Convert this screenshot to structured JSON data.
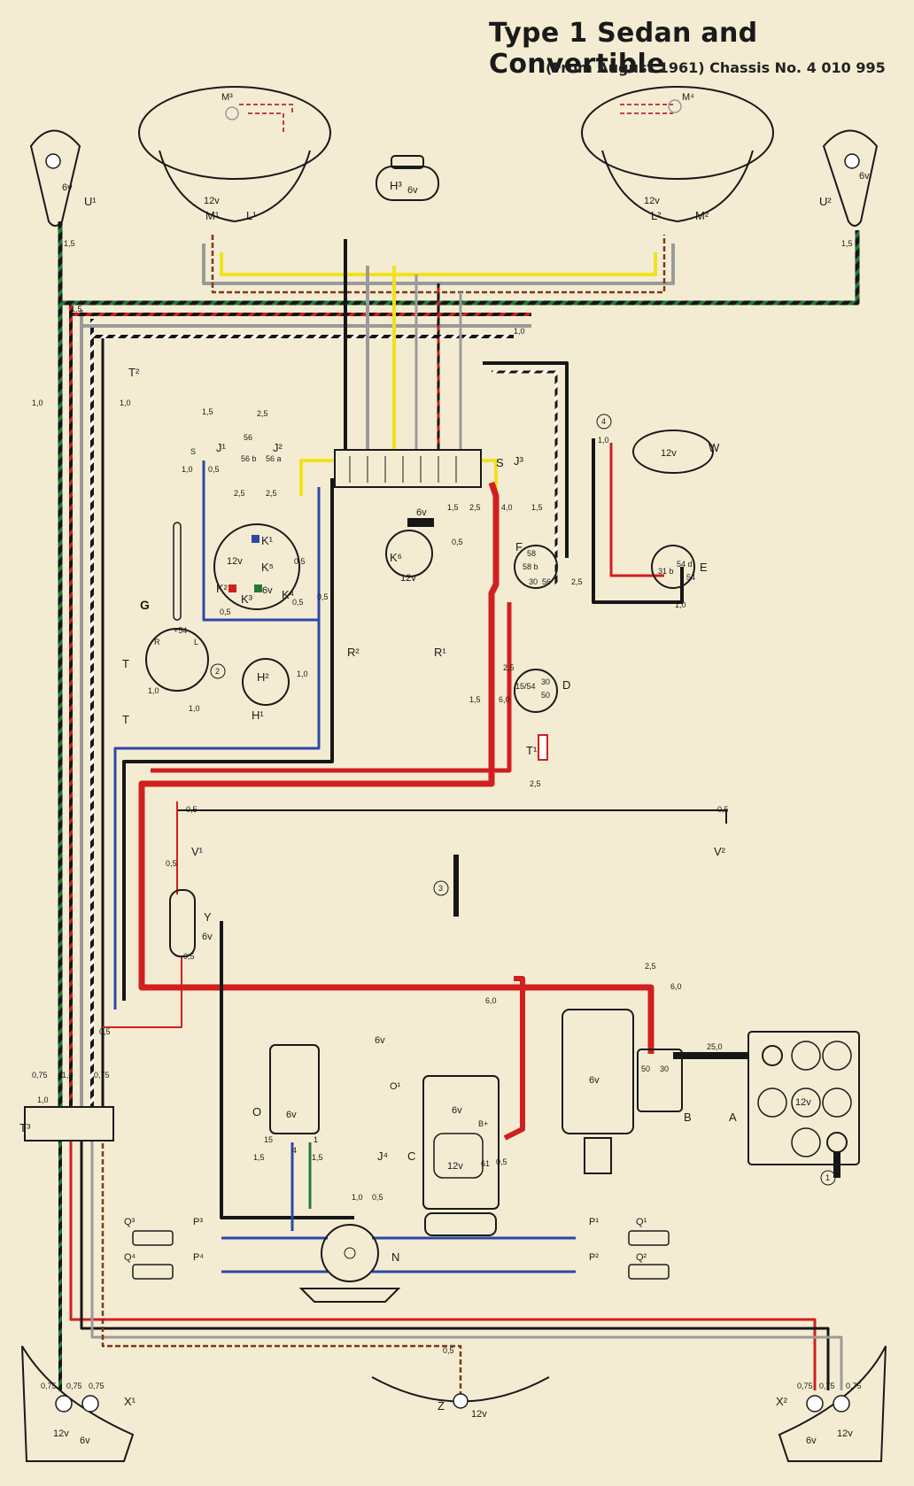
{
  "header": {
    "title": "Type 1 Sedan and Convertible",
    "subtitle": "(From August 1961) Chassis No. 4 010 995"
  },
  "colors": {
    "paper": "#f4ecd2",
    "red": "#d11f1f",
    "black": "#161616",
    "blue": "#2d47a8",
    "green": "#1f7a3a",
    "yellow": "#f0e21c",
    "grey": "#9a9a9a",
    "brown": "#7a3a1c"
  },
  "components": {
    "M3": "M³",
    "M4": "M⁴",
    "H3": "H³",
    "U1": "U¹",
    "U2": "U²",
    "M1": "M¹",
    "L1": "L¹",
    "L2": "L²",
    "M2": "M²",
    "T2": "T²",
    "J1": "J¹",
    "J2": "J²",
    "J3": "J³",
    "W": "W",
    "S": "S",
    "F": "F",
    "E": "E",
    "K1": "K¹",
    "K5": "K⁵",
    "K6": "K⁶",
    "K2": "K²",
    "K3": "K³",
    "K4": "K⁴",
    "G": "G",
    "R2": "R²",
    "R1": "R¹",
    "T": "T",
    "H2": "H²",
    "H1": "H¹",
    "D": "D",
    "T1": "T¹",
    "V1": "V¹",
    "V2": "V²",
    "Y": "Y",
    "O": "O",
    "O1": "O¹",
    "J4": "J⁴",
    "C": "C",
    "B": "B",
    "A": "A",
    "T3": "T³",
    "N": "N",
    "Q3": "Q³",
    "Q4": "Q⁴",
    "P3": "P³",
    "P4": "P⁴",
    "P1": "P¹",
    "P2": "P²",
    "Q1": "Q¹",
    "Q2": "Q²",
    "X1": "X¹",
    "X2": "X²",
    "Z": "Z"
  },
  "voltages": {
    "v6": "6v",
    "v12": "12v"
  },
  "circled": [
    "1",
    "2",
    "3",
    "4"
  ],
  "terminals": {
    "t30": "30",
    "t50": "50",
    "t31": "31",
    "t54": "54",
    "t56": "56",
    "t58": "58",
    "t61": "61",
    "t15": "15",
    "t1": "1",
    "t4": "4",
    "t15_54": "15/54",
    "t31b": "31 b",
    "t54d": "54 d",
    "t56a": "56 a",
    "t56b": "56 b",
    "t58b": "58 b",
    "t54plus": "+54",
    "tR": "R",
    "tL": "L",
    "tBplus": "B+",
    "tS": "S"
  },
  "wire_sizes": {
    "s0_5": "0,5",
    "s0_75": "0,75",
    "s1_0": "1,0",
    "s1_5": "1,5",
    "s2_5": "2,5",
    "s4_0": "4,0",
    "s6_0": "6,0",
    "s25_0": "25,0"
  }
}
